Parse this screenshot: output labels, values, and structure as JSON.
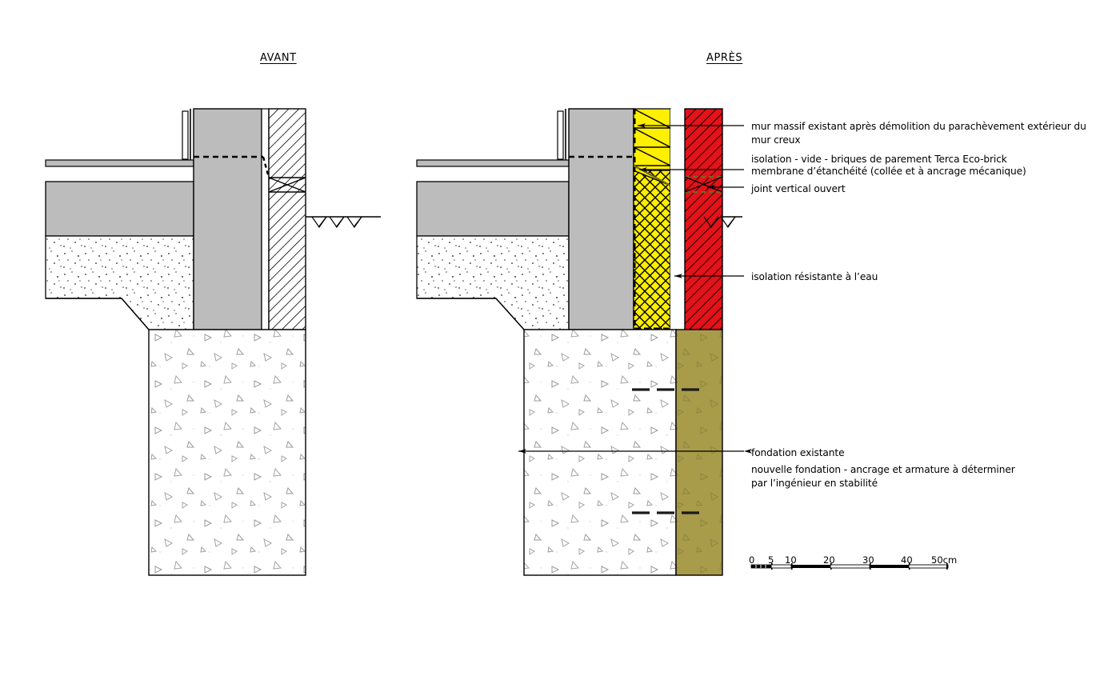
{
  "titles": {
    "before": "AVANT",
    "after": "APRÈS"
  },
  "annotations": {
    "wall_line1": "mur massif existant après démolition du parachèvement extérieur du",
    "wall_line2": "mur creux",
    "insulation_cavity_brick": "isolation - vide - briques de parement Terca Eco-brick",
    "membrane": "membrane d’étanchéité (collée et à ancrage mécanique)",
    "open_joint": "joint vertical ouvert",
    "water_resistant_insulation": "isolation résistante à l’eau",
    "existing_foundation": "fondation existante",
    "new_foundation_line1": "nouvelle fondation - ancrage et armature à déterminer",
    "new_foundation_line2": "par l’ingénieur en stabilité"
  },
  "scale_bar": {
    "ticks": [
      "0",
      "5",
      "10",
      "20",
      "30",
      "40",
      "50cm"
    ],
    "unit": "cm"
  },
  "colors": {
    "wall_gray": "#bcbcbc",
    "insulation_yellow": "#ffef00",
    "brick_red": "#e41219",
    "new_foundation_olive": "#a89b4a",
    "line_black": "#000000",
    "concrete_white": "#ffffff",
    "concrete_speckle": "#8a8a8a"
  },
  "layers": {
    "before": [
      "mur massif",
      "vide",
      "briques de parement"
    ],
    "after": [
      "mur massif",
      "isolation résistante à l’eau",
      "vide",
      "briques de parement Terca Eco-brick"
    ]
  }
}
